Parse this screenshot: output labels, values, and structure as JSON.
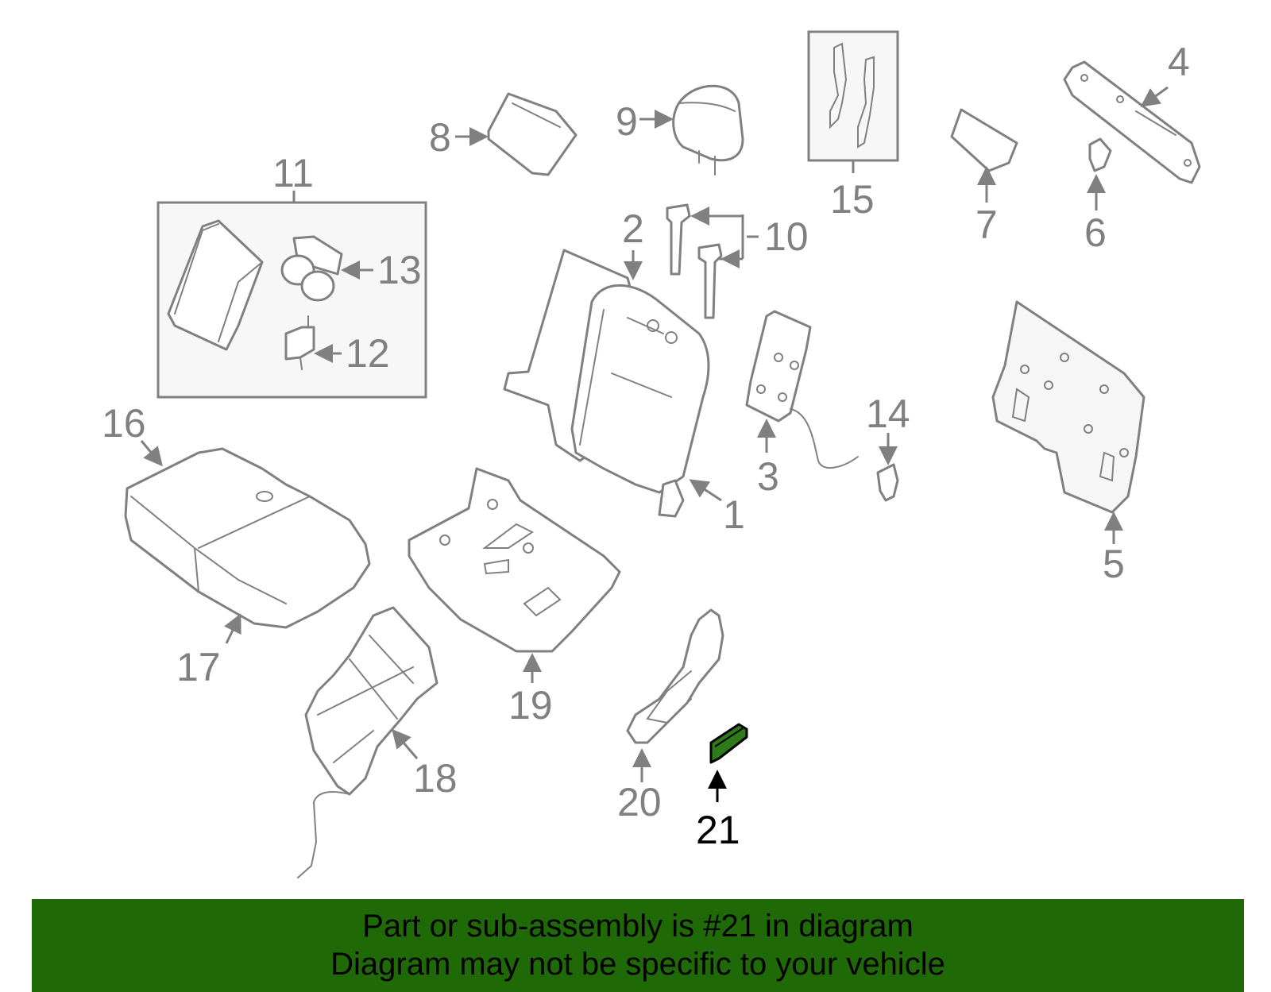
{
  "callouts": {
    "c1": "1",
    "c2": "2",
    "c3": "3",
    "c4": "4",
    "c5": "5",
    "c6": "6",
    "c7": "7",
    "c8": "8",
    "c9": "9",
    "c10": "10",
    "c11": "11",
    "c12": "12",
    "c13": "13",
    "c14": "14",
    "c15": "15",
    "c16": "16",
    "c17": "17",
    "c18": "18",
    "c19": "19",
    "c20": "20",
    "c21": "21"
  },
  "highlight": {
    "part_number": "21",
    "color": "#2c7a1a"
  },
  "banner": {
    "line1": "Part or sub-assembly is #21 in diagram",
    "line2": "Diagram may not be specific to your vehicle",
    "background": "#1f6a06"
  }
}
